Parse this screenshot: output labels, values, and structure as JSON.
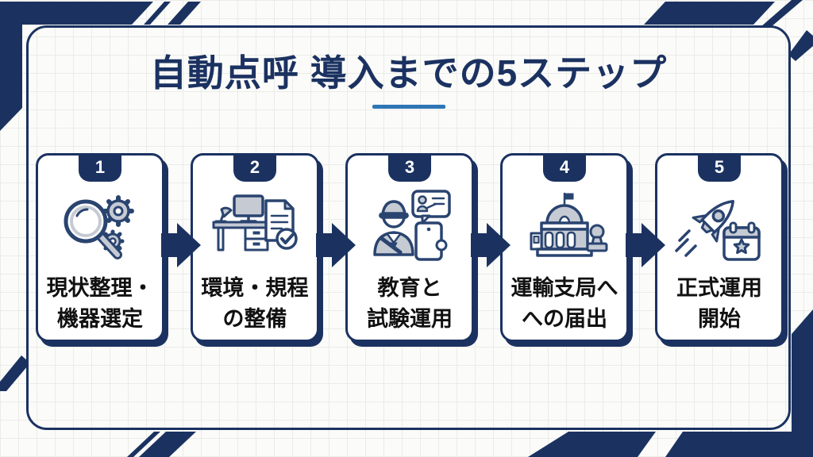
{
  "title": {
    "text": "自動点呼 導入までの5ステップ"
  },
  "steps": [
    {
      "number": "1",
      "label_line1": "現状整理・",
      "label_line2": "機器選定",
      "icon": "magnifier-gears-icon"
    },
    {
      "number": "2",
      "label_line1": "環境・規程",
      "label_line2": "の整備",
      "icon": "desk-document-icon"
    },
    {
      "number": "3",
      "label_line1": "教育と",
      "label_line2": "試験運用",
      "icon": "driver-tablet-icon"
    },
    {
      "number": "4",
      "label_line1": "運輸支局へ",
      "label_line2": "への届出",
      "icon": "government-building-stamp-icon"
    },
    {
      "number": "5",
      "label_line1": "正式運用",
      "label_line2": "開始",
      "icon": "rocket-calendar-icon"
    }
  ],
  "colors": {
    "navy": "#1b3261",
    "icon_navy": "#2a4470",
    "icon_gray": "#c5cad3",
    "underline_blue": "#2e75b6",
    "label_text": "#111111",
    "card_bg": "#ffffff",
    "page_bg": "#fbfbf9",
    "grid_line": "#ebebe8"
  }
}
